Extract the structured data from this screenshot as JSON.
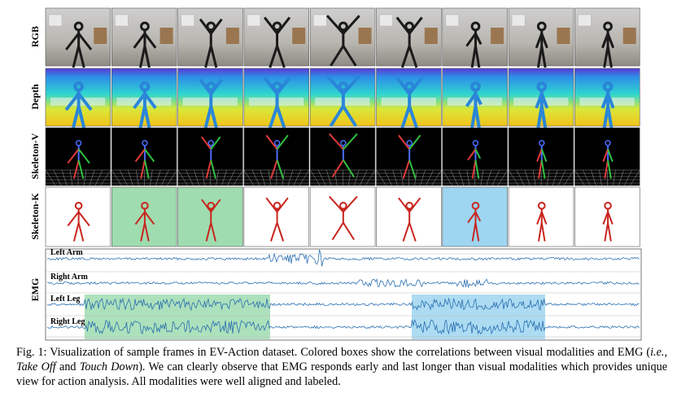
{
  "figure": {
    "row_labels": [
      "RGB",
      "Depth",
      "Skeleton-V",
      "Skeleton-K",
      "EMG"
    ],
    "emg_channels": [
      "Left Arm",
      "Right Arm",
      "Left Leg",
      "Right Leg"
    ],
    "highlight_colors": {
      "green": "#9fdcb0",
      "blue": "#9ed5f0"
    },
    "skeleton_k_highlight": [
      "none",
      "green",
      "green",
      "none",
      "none",
      "none",
      "blue",
      "none",
      "none"
    ],
    "accent_colors": {
      "emg_line": "#2a6fb0",
      "skeleton_k": "#c8261f"
    }
  },
  "caption": {
    "prefix": "Fig. 1: Visualization of sample frames in EV-Action dataset. Colored boxes show the correlations between visual modalities and EMG (",
    "ie": "i.e.",
    "mid1": ", ",
    "take_off": "Take Off",
    "mid2": " and ",
    "touch_down": "Touch Down",
    "suffix": "). We can clearly observe that EMG responds early and last longer than visual modalities which provides unique view for action analysis. All modalities were well aligned and labeled."
  }
}
